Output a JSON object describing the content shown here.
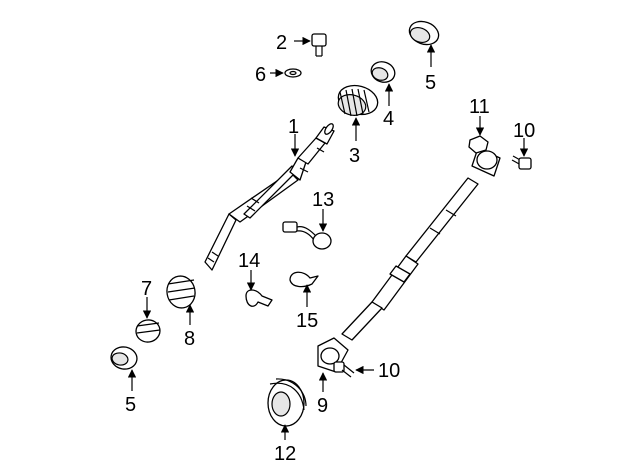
{
  "diagram": {
    "callouts": [
      {
        "id": "c1",
        "label": "1"
      },
      {
        "id": "c2",
        "label": "2"
      },
      {
        "id": "c3",
        "label": "3"
      },
      {
        "id": "c4",
        "label": "4"
      },
      {
        "id": "c5a",
        "label": "5"
      },
      {
        "id": "c5b",
        "label": "5"
      },
      {
        "id": "c6",
        "label": "6"
      },
      {
        "id": "c7",
        "label": "7"
      },
      {
        "id": "c8",
        "label": "8"
      },
      {
        "id": "c9",
        "label": "9"
      },
      {
        "id": "c10a",
        "label": "10"
      },
      {
        "id": "c10b",
        "label": "10"
      },
      {
        "id": "c11",
        "label": "11"
      },
      {
        "id": "c12",
        "label": "12"
      },
      {
        "id": "c13",
        "label": "13"
      },
      {
        "id": "c14",
        "label": "14"
      },
      {
        "id": "c15",
        "label": "15"
      }
    ]
  }
}
